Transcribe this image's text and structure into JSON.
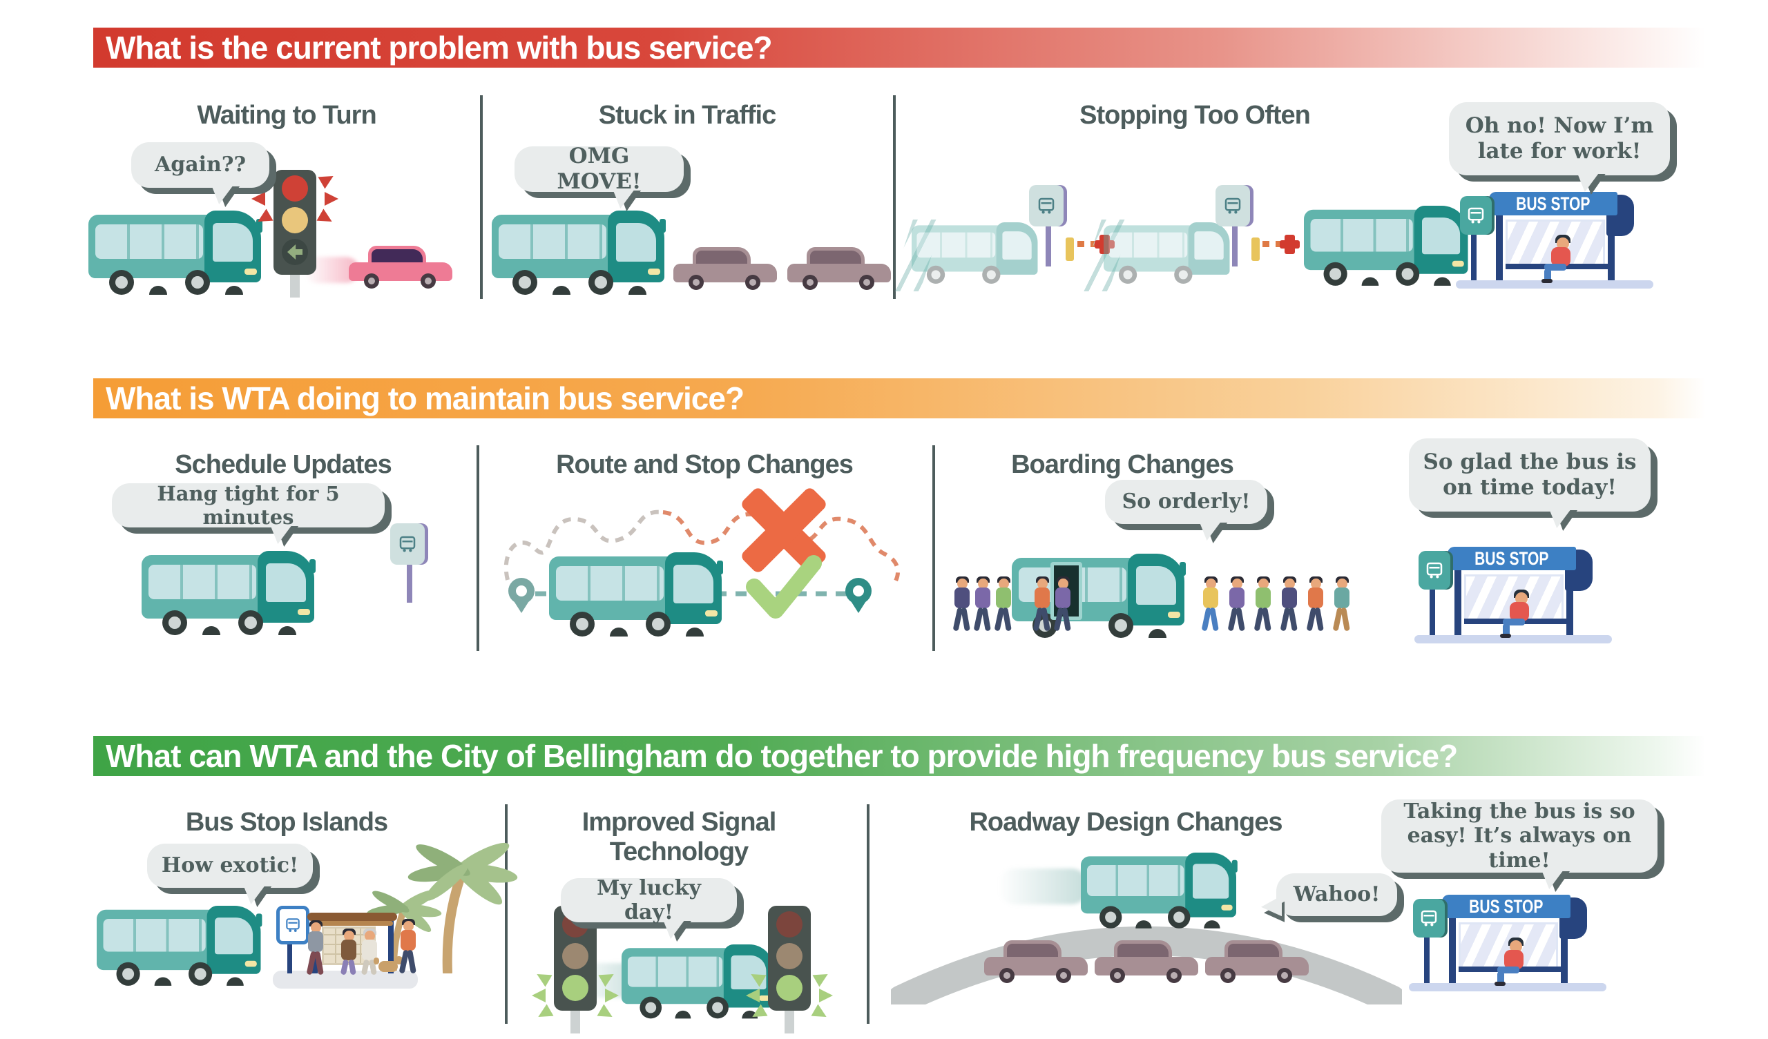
{
  "page": {
    "background": "#ffffff"
  },
  "colors": {
    "band_red": "#d23a2e",
    "band_orange": "#f59d36",
    "band_green": "#3fa446",
    "header_text": "#ffffff",
    "title_text": "#4d5c5c",
    "bubble_bg": "#e9ecec",
    "bubble_shadow": "#5c6a69",
    "bus_teal": "#61b4ac",
    "bus_front_teal": "#1e8c84",
    "bus_window": "#c6e3e5",
    "shelter_blue": "#3d80c4",
    "shelter_navy": "#27447e",
    "stop_sign_teal": "#4aa7a0",
    "car_gray": "#a78f94",
    "car_pink": "#ee7b95",
    "x_mark_orange": "#ec6a44",
    "check_mark_green": "#a9d37f",
    "signal_red": "#cf4136",
    "signal_green": "#a8cf7e"
  },
  "sections": [
    {
      "header": "What is the current problem with bus service?",
      "panels": [
        {
          "title": "Waiting to Turn",
          "bubble": "Again??"
        },
        {
          "title": "Stuck in Traffic",
          "bubble": "OMG MOVE!"
        },
        {
          "title": "Stopping Too Often"
        },
        {
          "bubble": "Oh no! Now I’m late for work!",
          "sign_label": "BUS STOP"
        }
      ]
    },
    {
      "header": "What is WTA doing to maintain bus service?",
      "panels": [
        {
          "title": "Schedule Updates",
          "bubble": "Hang tight for 5 minutes"
        },
        {
          "title": "Route and Stop Changes"
        },
        {
          "title": "Boarding Changes",
          "bubble": "So orderly!"
        },
        {
          "bubble": "So glad the bus is on time today!",
          "sign_label": "BUS STOP"
        }
      ]
    },
    {
      "header": "What can WTA and the City of Bellingham do together to provide high frequency bus service?",
      "panels": [
        {
          "title": "Bus Stop Islands",
          "bubble": "How exotic!"
        },
        {
          "title": "Improved Signal Technology",
          "bubble": "My lucky day!"
        },
        {
          "title": "Roadway Design Changes",
          "bubble": "Wahoo!"
        },
        {
          "bubble": "Taking the bus is so easy! It’s always on time!",
          "sign_label": "BUS STOP"
        }
      ]
    }
  ]
}
